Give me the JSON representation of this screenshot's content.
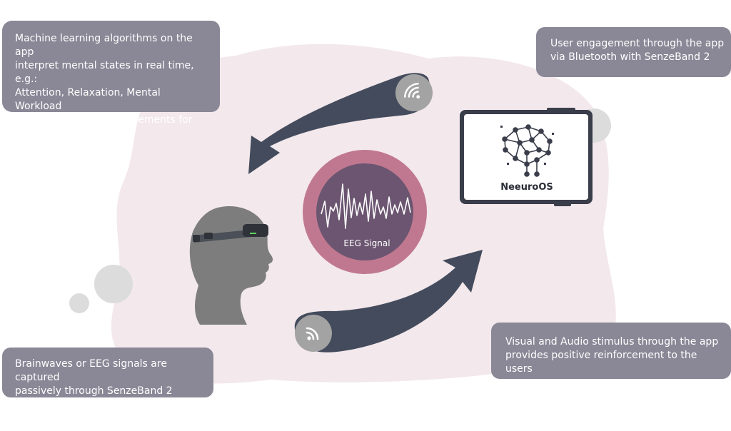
{
  "callouts": {
    "machine_learning": "Machine learning algorithms on the app\ninterpret mental states in real time, e.g.:\nAttention, Relaxation, Mental Workload\nare used to drive improvements for\nbrain health challenges",
    "user_engagement": "User engagement through the app\nvia Bluetooth with SenzeBand 2",
    "brainwaves": "Brainwaves or EEG signals are captured\npassively through SenzeBand 2",
    "stimulus": "Visual and Audio stimulus through the app\nprovides positive reinforcement to the users"
  },
  "center": {
    "label": "EEG Signal"
  },
  "tablet": {
    "app_name": "NeeuroOS"
  },
  "colors": {
    "blob": "#f3e8ec",
    "arrow": "#434b5c",
    "callout": "#8a8796",
    "ring": "#c07890",
    "circle_inner": "#6b5570",
    "head": "#7d7d7d",
    "bubble": "#dcdcdc",
    "icon_circle": "#a3a3a3"
  },
  "icons": [
    "wifi-signal-icon",
    "rss-signal-icon",
    "brain-network-icon"
  ]
}
